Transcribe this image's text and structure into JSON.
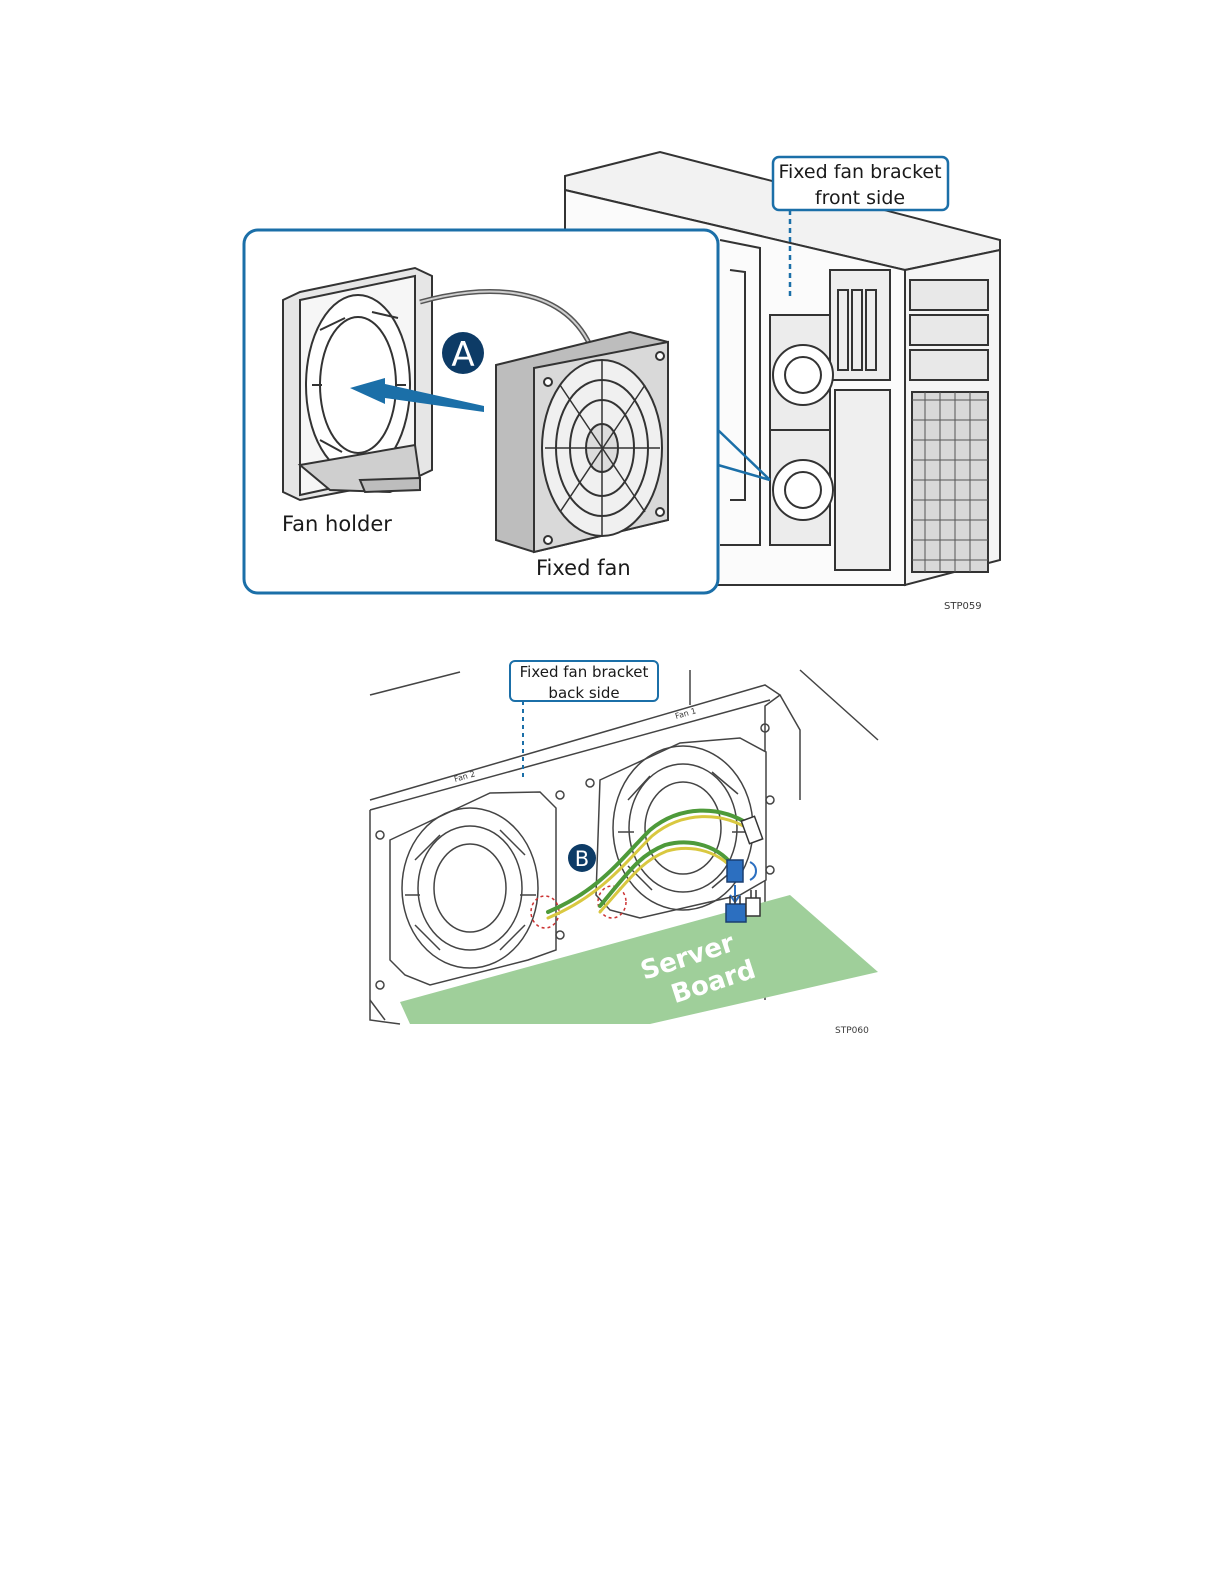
{
  "figure1": {
    "callout": [
      "Fixed fan bracket",
      "front side"
    ],
    "marker": "A",
    "fan_holder_label": "Fan holder",
    "fixed_fan_label": "Fixed fan",
    "code": "STP059"
  },
  "figure2": {
    "callout": [
      "Fixed fan bracket",
      "back side"
    ],
    "marker": "B",
    "fan2_label": "Fan 2",
    "fan1_label": "Fan 1",
    "board_label": [
      "Server",
      "Board"
    ],
    "code": "STP060"
  },
  "colors": {
    "callout_blue": "#1b6fa8",
    "marker_navy": "#0d3b66",
    "board_green": "#9fcf9a",
    "cable_green": "#4e9a3a",
    "cable_yellow": "#d9c840",
    "connector_blue": "#2c6fc0"
  }
}
